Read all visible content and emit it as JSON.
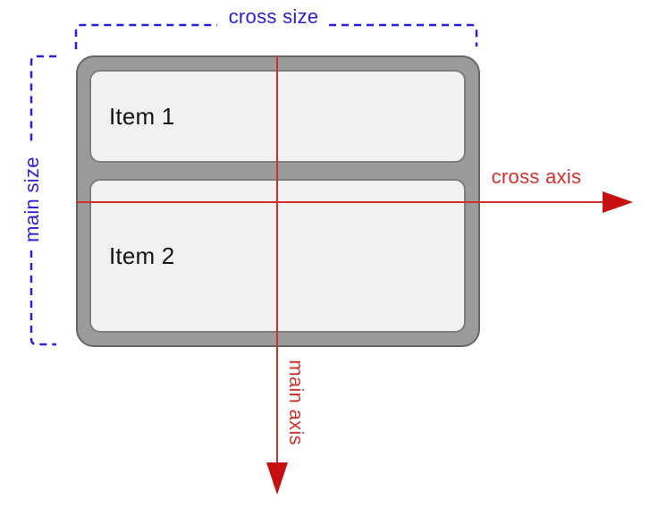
{
  "diagram": {
    "labels": {
      "cross_size": "cross size",
      "main_size": "main size",
      "cross_axis": "cross axis",
      "main_axis": "main axis"
    },
    "items": [
      {
        "label": "Item 1"
      },
      {
        "label": "Item 2"
      }
    ],
    "colors": {
      "annotation_blue": "#2a1ed8",
      "axis_red": "#d0312d",
      "arrowhead_red": "#c60f0f",
      "container_gray": "#9b9b9b",
      "container_border": "#666666",
      "item_bg": "#f1f1f1",
      "item_border": "#7e7e7e",
      "item_text": "#141414"
    }
  }
}
